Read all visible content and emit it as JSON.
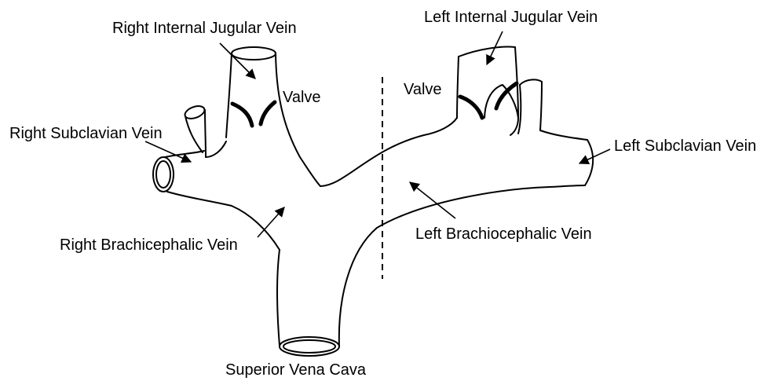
{
  "labels": {
    "right_internal_jugular_vein": "Right Internal Jugular Vein",
    "left_internal_jugular_vein": "Left Internal Jugular Vein",
    "right_valve": "Valve",
    "left_valve": "Valve",
    "right_subclavian_vein": "Right Subclavian Vein",
    "left_subclavian_vein": "Left Subclavian Vein",
    "right_brachiocephalic_vein": "Right Brachicephalic Vein",
    "left_brachiocephalic_vein": "Left Brachiocephalic Vein",
    "superior_vena_cava": "Superior Vena Cava"
  }
}
